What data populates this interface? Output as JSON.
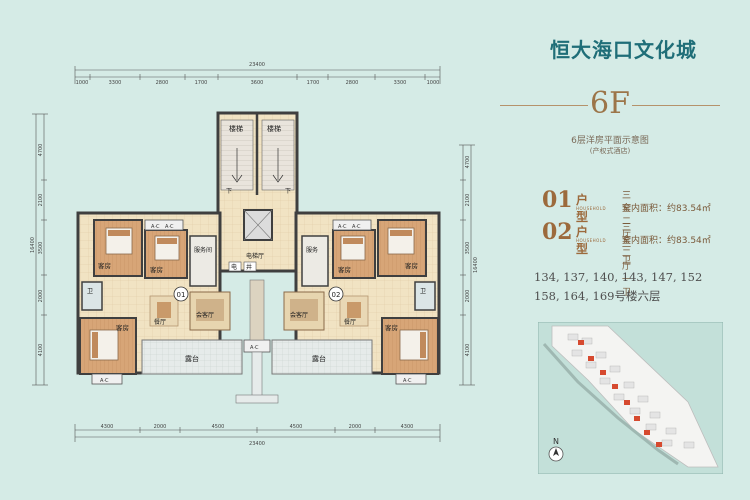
{
  "project_title": "恒大海口文化城",
  "floor_label": "6F",
  "floor_subtitle": "6层洋房平面示意图",
  "floor_note": "(产权式酒店)",
  "units": [
    {
      "number": "01",
      "type_label": "户型",
      "household_tag": "HOUSEHOLD",
      "spec": "三室二厅一卫",
      "area": "套内面积：约83.54㎡"
    },
    {
      "number": "02",
      "type_label": "户型",
      "household_tag": "HOUSEHOLD",
      "spec": "三室二厅一卫",
      "area": "套内面积：约83.54㎡"
    }
  ],
  "buildings": {
    "line1": "134, 137, 140, 143, 147, 152",
    "line2": "158, 164, 169号楼六层"
  },
  "plan": {
    "unit_markers": [
      "01",
      "02"
    ],
    "rooms": {
      "stair": "楼梯",
      "down": "下",
      "elevator_hall": "电梯厅",
      "service": "服务间",
      "service_short": "服务",
      "elec": "电",
      "well": "井",
      "guest": "客房",
      "dining": "餐厅",
      "living": "会客厅",
      "terrace": "露台",
      "bath": "卫",
      "ac": "A·C"
    },
    "dimensions": {
      "total_width": "23400",
      "top_row": [
        "1000",
        "3300",
        "2800",
        "1700",
        "3600",
        "1700",
        "2800",
        "3300",
        "1000"
      ],
      "bottom_row": [
        "4300",
        "2000",
        "4500",
        "4500",
        "2000",
        "4300"
      ],
      "left_col": [
        "4700",
        "2100",
        "3500",
        "2000",
        "4100"
      ],
      "left_total": "16400",
      "right_col": [
        "4700",
        "2100",
        "3500",
        "2000",
        "4100"
      ],
      "right_total": "16400"
    }
  },
  "site_map": {
    "north_label": "N"
  },
  "colors": {
    "background": "#d5ebe6",
    "title": "#1f6e78",
    "accent": "#9c6a3c",
    "wall": "#3f3f3f",
    "floor": "#efe2c4"
  }
}
